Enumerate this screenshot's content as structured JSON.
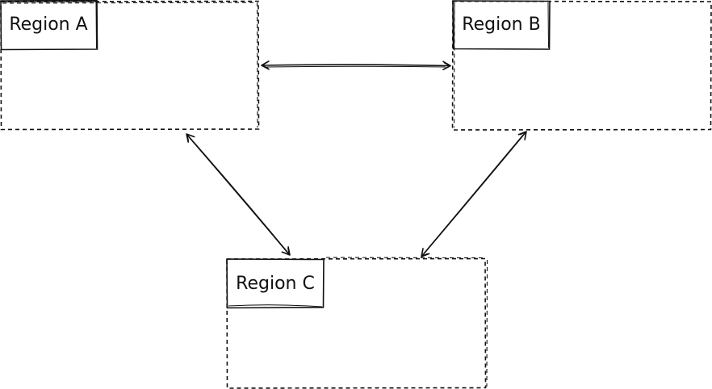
{
  "diagram": {
    "style": "hand-drawn sketch",
    "stroke_color": "#111111",
    "background": "#ffffff",
    "regions": [
      {
        "id": "region-a",
        "label": "Region A"
      },
      {
        "id": "region-b",
        "label": "Region B"
      },
      {
        "id": "region-c",
        "label": "Region C"
      }
    ],
    "connections": [
      {
        "from": "region-a",
        "to": "region-b",
        "bidirectional": true
      },
      {
        "from": "region-a",
        "to": "region-c",
        "bidirectional": true
      },
      {
        "from": "region-b",
        "to": "region-c",
        "bidirectional": true
      }
    ]
  }
}
